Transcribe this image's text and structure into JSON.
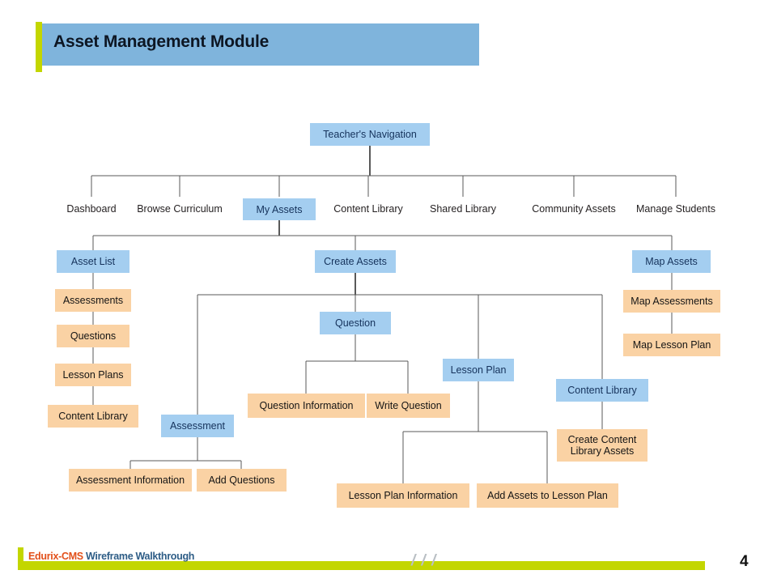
{
  "slide": {
    "title": "Asset Management Module",
    "page_number": "4",
    "footer_brand_primary": "Edurix-CMS",
    "footer_brand_secondary": "Wireframe Walkthrough",
    "footer_slashes": "/ / /",
    "colors": {
      "title_bar": "#7FB4DC",
      "accent_green": "#C3D600",
      "node_blue": "#A4CEF0",
      "node_blue_text": "#15325B",
      "node_orange": "#FAD2A4",
      "node_orange_text": "#151515",
      "connector": "#595959",
      "brand_primary": "#E2501A",
      "brand_secondary": "#2E5D86"
    }
  },
  "diagram": {
    "type": "tree",
    "root": {
      "label": "Teacher's Navigation",
      "style": "blue"
    },
    "navigation_items": [
      {
        "label": "Dashboard",
        "style": "plain"
      },
      {
        "label": "Browse Curriculum",
        "style": "plain"
      },
      {
        "label": "My Assets",
        "style": "highlighted"
      },
      {
        "label": "Content Library",
        "style": "plain"
      },
      {
        "label": "Shared Library",
        "style": "plain"
      },
      {
        "label": "Community Assets",
        "style": "plain"
      },
      {
        "label": "Manage Students",
        "style": "plain"
      }
    ],
    "my_assets_children": [
      {
        "label": "Asset List",
        "style": "blue"
      },
      {
        "label": "Create Assets",
        "style": "blue"
      },
      {
        "label": "Map Assets",
        "style": "blue"
      }
    ],
    "asset_list_chain": [
      {
        "label": "Assessments",
        "style": "orange"
      },
      {
        "label": "Questions",
        "style": "orange"
      },
      {
        "label": "Lesson Plans",
        "style": "orange"
      },
      {
        "label": "Content Library",
        "style": "orange"
      }
    ],
    "map_assets_chain": [
      {
        "label": "Map Assessments",
        "style": "orange"
      },
      {
        "label": "Map Lesson Plan",
        "style": "orange"
      }
    ],
    "create_assets_children": [
      {
        "label": "Assessment",
        "style": "blue"
      },
      {
        "label": "Question",
        "style": "blue"
      },
      {
        "label": "Lesson Plan",
        "style": "blue"
      },
      {
        "label": "Content Library",
        "style": "blue"
      }
    ],
    "assessment_children": [
      {
        "label": "Assessment Information",
        "style": "orange"
      },
      {
        "label": "Add Questions",
        "style": "orange"
      }
    ],
    "question_children": [
      {
        "label": "Question Information",
        "style": "orange"
      },
      {
        "label": "Write Question",
        "style": "orange"
      }
    ],
    "lesson_plan_children": [
      {
        "label": "Lesson Plan Information",
        "style": "orange"
      },
      {
        "label": "Add Assets to Lesson Plan",
        "style": "orange"
      }
    ],
    "content_library_children": [
      {
        "label": "Create Content\nLibrary Assets",
        "label_line1": "Create Content",
        "label_line2": "Library Assets",
        "style": "orange"
      }
    ]
  }
}
